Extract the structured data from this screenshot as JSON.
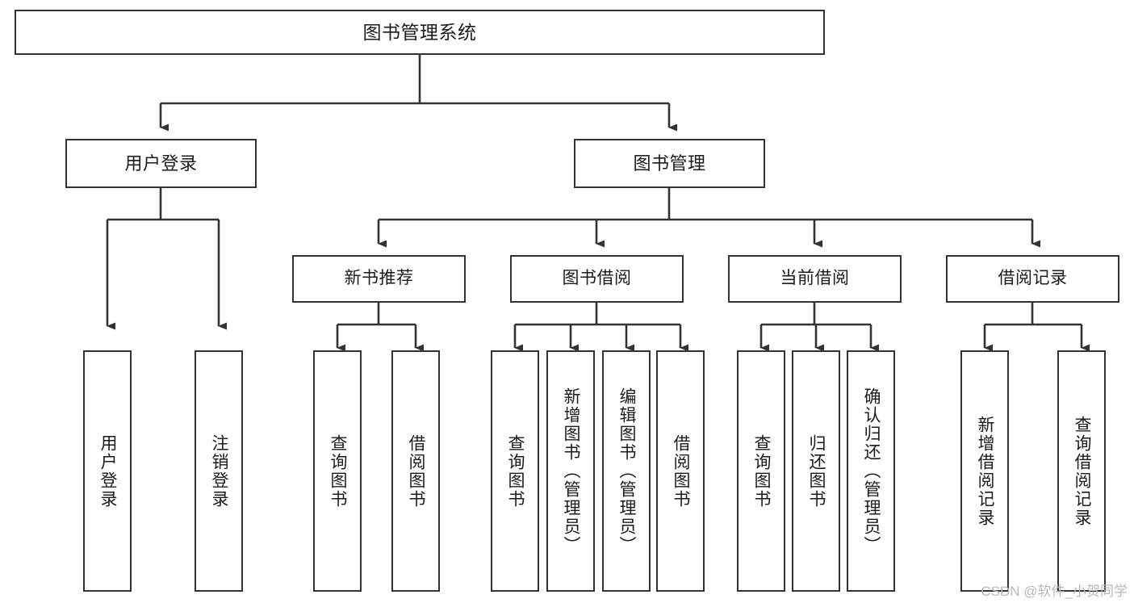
{
  "diagram": {
    "type": "tree-hierarchy",
    "title": "图书管理系统",
    "watermark": "CSDN @软件_小贺同学",
    "colors": {
      "box_border": "#333333",
      "box_fill": "#ffffff",
      "connector": "#333333",
      "text": "#1b1b1b",
      "watermark": "#b9b9b9",
      "background": "#ffffff"
    },
    "nodes": {
      "root": {
        "label": "图书管理系统"
      },
      "level1": [
        {
          "label": "用户登录"
        },
        {
          "label": "图书管理"
        }
      ],
      "level2": [
        {
          "label": "新书推荐"
        },
        {
          "label": "图书借阅"
        },
        {
          "label": "当前借阅"
        },
        {
          "label": "借阅记录"
        }
      ],
      "leaves_user_login": [
        {
          "label": "用户登录"
        },
        {
          "label": "注销登录"
        }
      ],
      "leaves_new_book": [
        {
          "label": "查询图书"
        },
        {
          "label": "借阅图书"
        }
      ],
      "leaves_borrow": [
        {
          "label": "查询图书"
        },
        {
          "label": "新增图书（管理员）"
        },
        {
          "label": "编辑图书（管理员）"
        },
        {
          "label": "借阅图书"
        }
      ],
      "leaves_current": [
        {
          "label": "查询图书"
        },
        {
          "label": "归还图书"
        },
        {
          "label": "确认归还（管理员）"
        }
      ],
      "leaves_records": [
        {
          "label": "新增借阅记录"
        },
        {
          "label": "查询借阅记录"
        }
      ]
    }
  }
}
